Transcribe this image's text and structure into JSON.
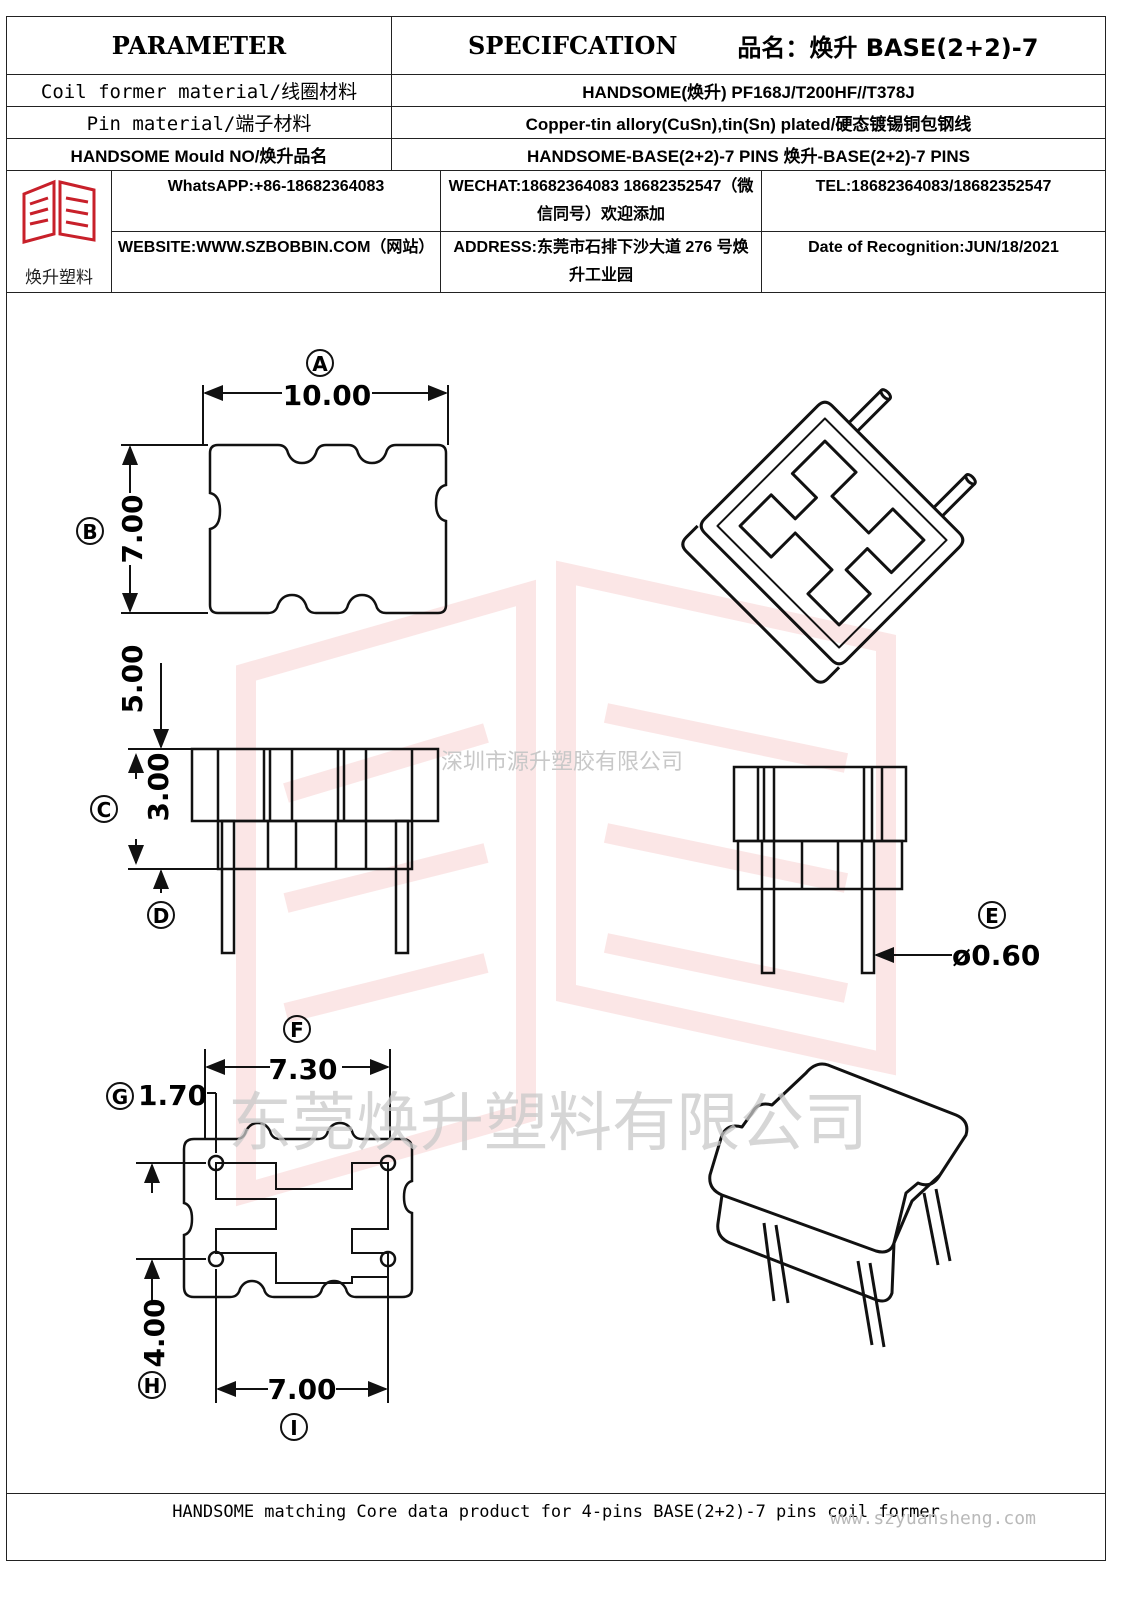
{
  "header": {
    "parameter": "PARAMETER",
    "specification": "SPECIFCATION",
    "product_name": "品名：焕升 BASE(2+2)-7",
    "rows": [
      {
        "label": "Coil former material/线圈材料",
        "value": "HANDSOME(焕升)   PF168J/T200HF//T378J"
      },
      {
        "label": "Pin material/端子材料",
        "value": "Copper-tin allory(CuSn),tin(Sn) plated/硬态镀锡铜包钢线"
      },
      {
        "label": "HANDSOME Mould NO/焕升品名",
        "value": "HANDSOME-BASE(2+2)-7 PINS   焕升-BASE(2+2)-7 PINS"
      }
    ]
  },
  "contact": {
    "logo_text": "焕升塑料",
    "whatsapp": "WhatsAPP:+86-18682364083",
    "wechat": "WECHAT:18682364083 18682352547（微信同号）欢迎添加",
    "tel": "TEL:18682364083/18682352547",
    "website": "WEBSITE:WWW.SZBOBBIN.COM（网站）",
    "address": "ADDRESS:东莞市石排下沙大道 276 号焕升工业园",
    "date": "Date of Recognition:JUN/18/2021"
  },
  "dimensions": {
    "A": {
      "letter": "A",
      "value": "10.00"
    },
    "B": {
      "letter": "B",
      "value": "7.00"
    },
    "C1": {
      "value": "5.00"
    },
    "C": {
      "letter": "C",
      "value": "3.00"
    },
    "D": {
      "letter": "D"
    },
    "E": {
      "letter": "E",
      "value": "ø0.60"
    },
    "F": {
      "letter": "F",
      "value": "7.30"
    },
    "G": {
      "letter": "G",
      "value": "1.70"
    },
    "H": {
      "letter": "H",
      "value": "4.00"
    },
    "I": {
      "letter": "I",
      "value": "7.00"
    }
  },
  "watermarks": {
    "company_small": "深圳市源升塑胶有限公司",
    "company_large": "东莞焕升塑料有限公司"
  },
  "footer": {
    "text": "HANDSOME matching Core data  product for 4-pins BASE(2+2)-7 pins coil former",
    "site": "www.szyuansheng.com"
  },
  "colors": {
    "line": "#222222",
    "watermark_red": "#e04040",
    "watermark_gray": "#c8c8c8",
    "logo_red": "#c8202a"
  }
}
